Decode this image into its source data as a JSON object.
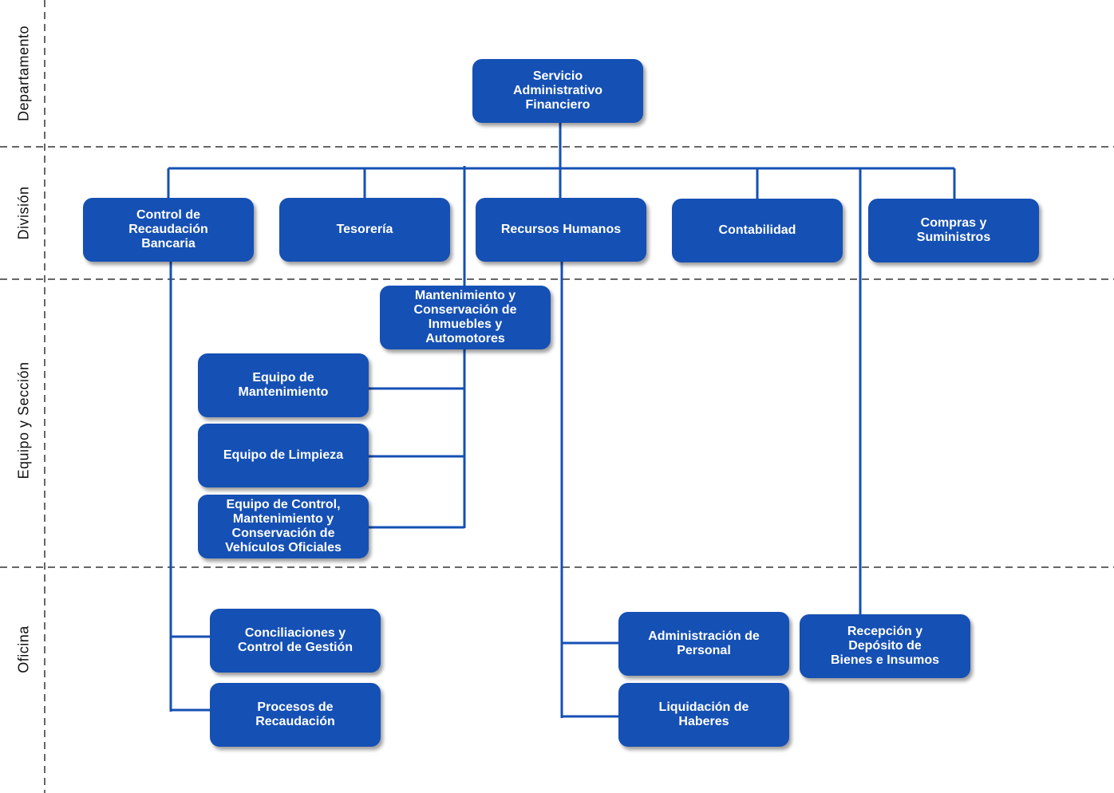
{
  "colors": {
    "box_fill": "#1550b4",
    "box_text": "#ffffff",
    "connector": "#1550b4",
    "divider": "#333333"
  },
  "levels": {
    "departamento": "Departamento",
    "division": "División",
    "equipo_seccion": "Equipo y Sección",
    "oficina": "Oficina"
  },
  "nodes": {
    "servicio": "Servicio\nAdministrativo\nFinanciero",
    "control_recaudacion": "Control de\nRecaudación\nBancaria",
    "tesoreria": "Tesorería",
    "recursos_humanos": "Recursos Humanos",
    "contabilidad": "Contabilidad",
    "compras": "Compras y\nSuministros",
    "mantenimiento_conservacion": "Mantenimiento y\nConservación de\nInmuebles y\nAutomotores",
    "equipo_mantenimiento": "Equipo de\nMantenimiento",
    "equipo_limpieza": "Equipo de Limpieza",
    "equipo_control_vehiculos": "Equipo de Control,\nMantenimiento y\nConservación de\nVehículos Oficiales",
    "conciliaciones": "Conciliaciones y\nControl de Gestión",
    "procesos_recaudacion": "Procesos de\nRecaudación",
    "administracion_personal": "Administración de\nPersonal",
    "liquidacion_haberes": "Liquidación de\nHaberes",
    "recepcion_deposito": "Recepción y\nDepósito de\nBienes e Insumos"
  }
}
